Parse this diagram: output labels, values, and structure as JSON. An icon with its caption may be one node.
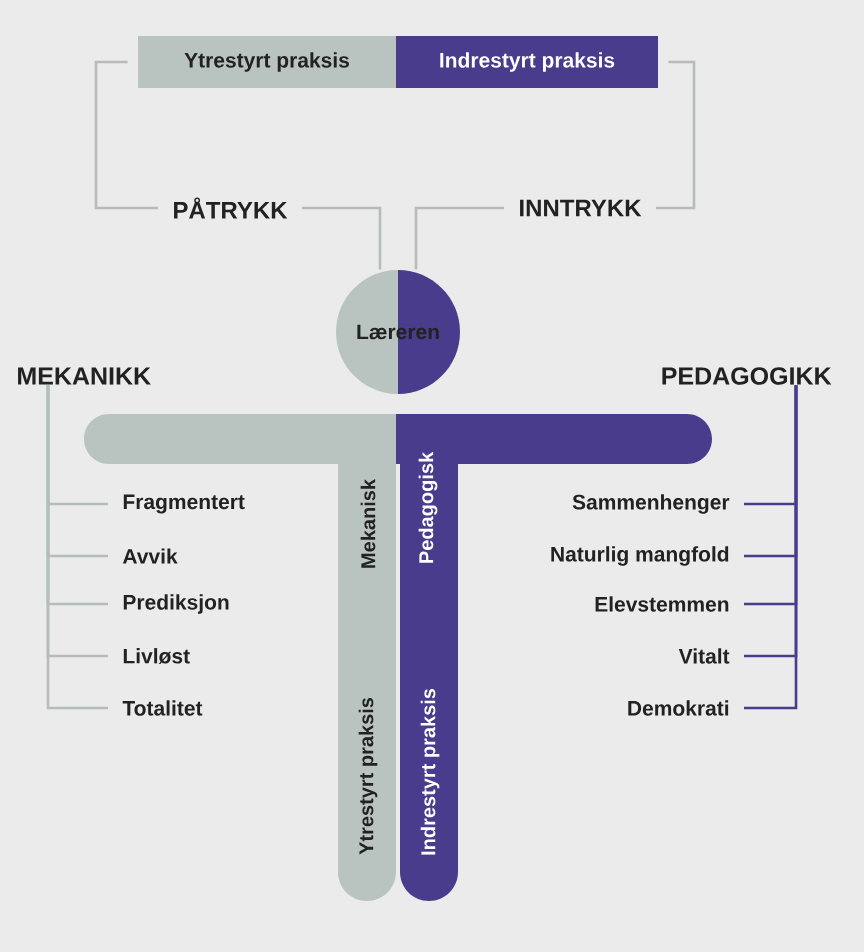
{
  "diagram": {
    "nodes": [
      {
        "text": [
          "Ytrestyrt praksis"
        ]
      },
      {
        "text": [
          "Indrestyrt praksis"
        ]
      },
      {
        "text": [
          "PÅTRYKK"
        ]
      },
      {
        "text": [
          "INNTRYKK"
        ]
      },
      {
        "text": [
          "Læreren"
        ]
      },
      {
        "text": [
          "MEKANIKK"
        ]
      },
      {
        "text": [
          "PEDAGOGIKK"
        ]
      },
      {
        "text": [
          "Mekanisk",
          "Ytrestyrt praksis"
        ]
      },
      {
        "text": [
          "Pedagogisk",
          "Indrestyrt praksis"
        ]
      },
      {
        "text": [
          "Fragmentert"
        ]
      },
      {
        "text": [
          "Avvik"
        ]
      },
      {
        "text": [
          "Prediksjon"
        ]
      },
      {
        "text": [
          "Livløst"
        ]
      },
      {
        "text": [
          "Totalitet"
        ]
      },
      {
        "text": [
          "Sammenhenger"
        ]
      },
      {
        "text": [
          "Naturlig mangfold"
        ]
      },
      {
        "text": [
          "Elevstemmen"
        ]
      },
      {
        "text": [
          "Vitalt"
        ]
      },
      {
        "text": [
          "Demokrati"
        ]
      }
    ],
    "edges": [
      {
        "from": 0,
        "to": 2,
        "arrow": "none"
      },
      {
        "from": 2,
        "to": 4,
        "arrow": "none"
      },
      {
        "from": 1,
        "to": 3,
        "arrow": "none"
      },
      {
        "from": 3,
        "to": 4,
        "arrow": "none"
      },
      {
        "from": 5,
        "to": 9,
        "arrow": "none"
      },
      {
        "from": 5,
        "to": 10,
        "arrow": "none"
      },
      {
        "from": 5,
        "to": 11,
        "arrow": "none"
      },
      {
        "from": 5,
        "to": 12,
        "arrow": "none"
      },
      {
        "from": 5,
        "to": 13,
        "arrow": "none"
      },
      {
        "from": 6,
        "to": 14,
        "arrow": "none",
        "color": "#4a3c8c"
      },
      {
        "from": 6,
        "to": 15,
        "arrow": "none",
        "color": "#4a3c8c"
      },
      {
        "from": 6,
        "to": 16,
        "arrow": "none",
        "color": "#4a3c8c"
      },
      {
        "from": 6,
        "to": 17,
        "arrow": "none",
        "color": "#4a3c8c"
      },
      {
        "from": 6,
        "to": 18,
        "arrow": "none",
        "color": "#4a3c8c"
      }
    ]
  }
}
